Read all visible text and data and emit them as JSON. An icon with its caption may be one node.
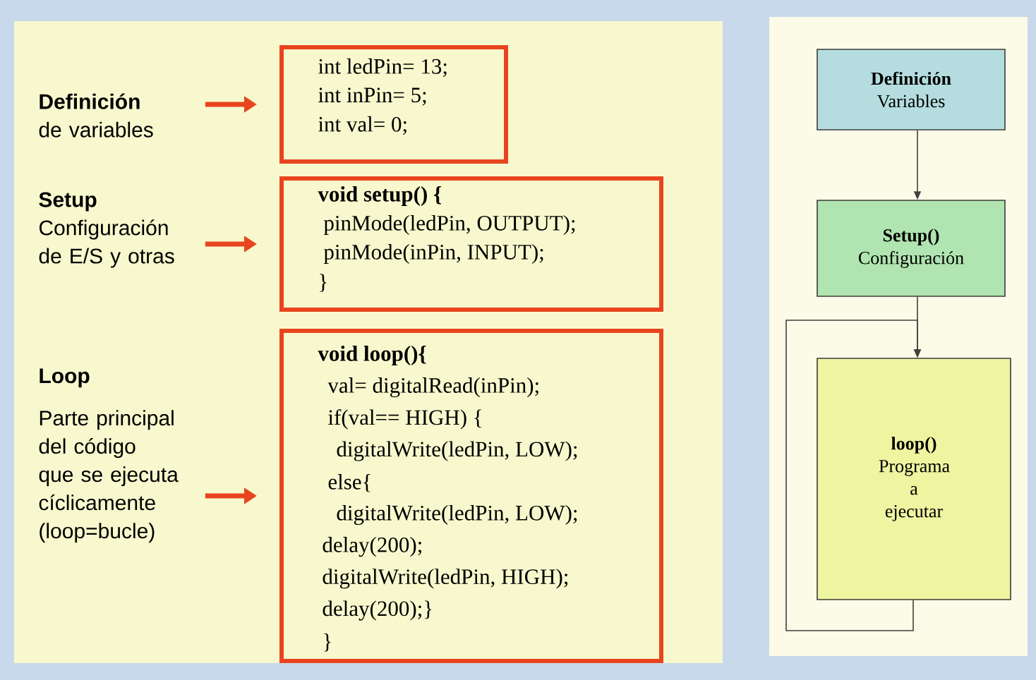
{
  "diagram": {
    "nodes": [
      {
        "text": [
          "Definición",
          "de variables"
        ]
      },
      {
        "text": [
          "int ledPin= 13;",
          "int inPin= 5;",
          "int val= 0;"
        ]
      },
      {
        "text": [
          "Setup",
          "Configuración de E/S y otras"
        ]
      },
      {
        "text": [
          "void setup() {",
          "pinMode(ledPin, OUTPUT);",
          "pinMode(inPin, INPUT);",
          "}"
        ]
      },
      {
        "text": [
          "Loop",
          "Parte principal del código que se ejecuta cíclicamente (loop=bucle)"
        ]
      },
      {
        "text": [
          "void loop(){",
          "val= digitalRead(inPin);",
          "if(val== HIGH) {",
          "digitalWrite(ledPin, LOW);",
          "else{",
          "digitalWrite(ledPin, LOW);",
          "delay(200);",
          "digitalWrite(ledPin, HIGH);",
          "delay(200);}",
          "}"
        ]
      },
      {
        "text": [
          "Definición",
          "Variables"
        ]
      },
      {
        "text": [
          "Setup()",
          "Configuración"
        ]
      },
      {
        "text": [
          "loop()",
          "Programa a ejecutar"
        ]
      }
    ],
    "edges": [
      {
        "from": 0,
        "to": 1,
        "arrow": "to",
        "style": "thick",
        "color": "#e8451e"
      },
      {
        "from": 2,
        "to": 3,
        "arrow": "to",
        "style": "thick",
        "color": "#e8451e"
      },
      {
        "from": 4,
        "to": 5,
        "arrow": "to",
        "style": "thick",
        "color": "#e8451e"
      },
      {
        "from": 6,
        "to": 7,
        "arrow": "to",
        "color": "#404040"
      },
      {
        "from": 7,
        "to": 8,
        "arrow": "to",
        "color": "#404040"
      },
      {
        "from": 8,
        "to": 8,
        "arrow": "to",
        "color": "#404040"
      }
    ]
  }
}
